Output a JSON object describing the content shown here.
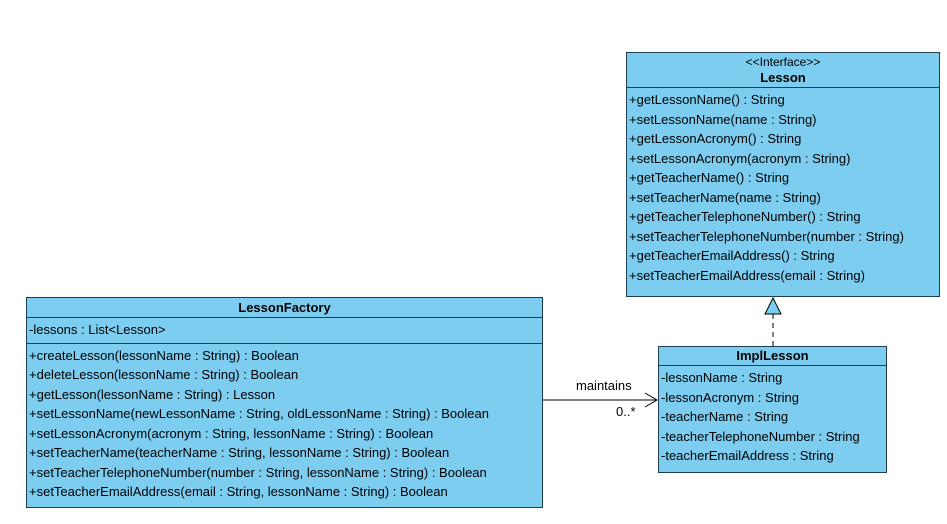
{
  "lesson": {
    "stereotype": "<<Interface>>",
    "name": "Lesson",
    "operations": [
      "+getLessonName() : String",
      "+setLessonName(name : String)",
      "+getLessonAcronym() : String",
      "+setLessonAcronym(acronym : String)",
      "+getTeacherName() : String",
      "+setTeacherName(name : String)",
      "+getTeacherTelephoneNumber() : String",
      "+setTeacherTelephoneNumber(number : String)",
      "+getTeacherEmailAddress() : String",
      "+setTeacherEmailAddress(email : String)"
    ]
  },
  "lesson_factory": {
    "name": "LessonFactory",
    "attributes": [
      "-lessons : List<Lesson>"
    ],
    "operations": [
      "+createLesson(lessonName : String) : Boolean",
      "+deleteLesson(lessonName : String) : Boolean",
      "+getLesson(lessonName : String) : Lesson",
      "+setLessonName(newLessonName : String, oldLessonName : String) : Boolean",
      "+setLessonAcronym(acronym : String, lessonName : String) : Boolean",
      "+setTeacherName(teacherName : String, lessonName : String) : Boolean",
      "+setTeacherTelephoneNumber(number : String, lessonName : String) : Boolean",
      "+setTeacherEmailAddress(email : String, lessonName : String) : Boolean"
    ]
  },
  "impl_lesson": {
    "name": "ImplLesson",
    "attributes": [
      "-lessonName : String",
      "-lessonAcronym : String",
      "-teacherName : String",
      "-teacherTelephoneNumber : String",
      "-teacherEmailAddress : String"
    ]
  },
  "association": {
    "label": "maintains",
    "multiplicity": "0..*"
  }
}
